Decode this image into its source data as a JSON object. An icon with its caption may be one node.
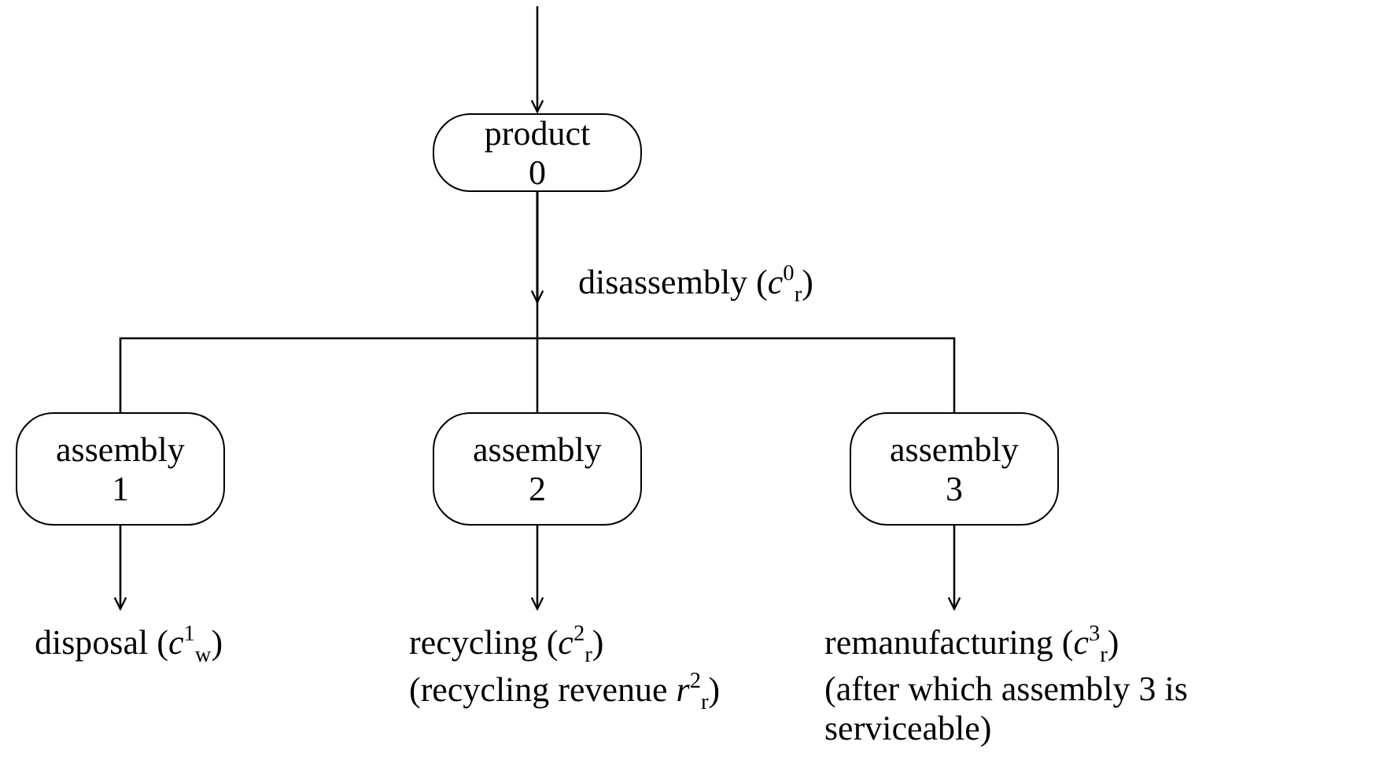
{
  "diagram": {
    "nodes": [
      {
        "text": [
          "product 0"
        ]
      },
      {
        "text": [
          "assembly 1"
        ]
      },
      {
        "text": [
          "assembly 2"
        ]
      },
      {
        "text": [
          "assembly 3"
        ]
      },
      {
        "text": [
          "disposal (*c*$^{1}$$_{w}$)"
        ]
      },
      {
        "text": [
          "recycling (*c*$^{2}$$_{r}$)",
          "(recycling revenue *r*$^{2}$$_{r}$)"
        ]
      },
      {
        "text": [
          "remanufacturing (*c*$^{3}$$_{r}$)",
          "(after which assembly 3 is serviceable)"
        ]
      }
    ],
    "edges": [
      {
        "from": null,
        "to": 0,
        "arrow": "to"
      },
      {
        "from": 0,
        "to": null,
        "arrow": "to",
        "label": "disassembly (*c*$^{0}$$_{r}$)"
      },
      {
        "from": 0,
        "to": 1,
        "arrow": "none"
      },
      {
        "from": 0,
        "to": 2,
        "arrow": "none"
      },
      {
        "from": 0,
        "to": 3,
        "arrow": "none"
      },
      {
        "from": 1,
        "to": 4,
        "arrow": "to"
      },
      {
        "from": 2,
        "to": 5,
        "arrow": "to"
      },
      {
        "from": 3,
        "to": 6,
        "arrow": "to"
      }
    ]
  }
}
